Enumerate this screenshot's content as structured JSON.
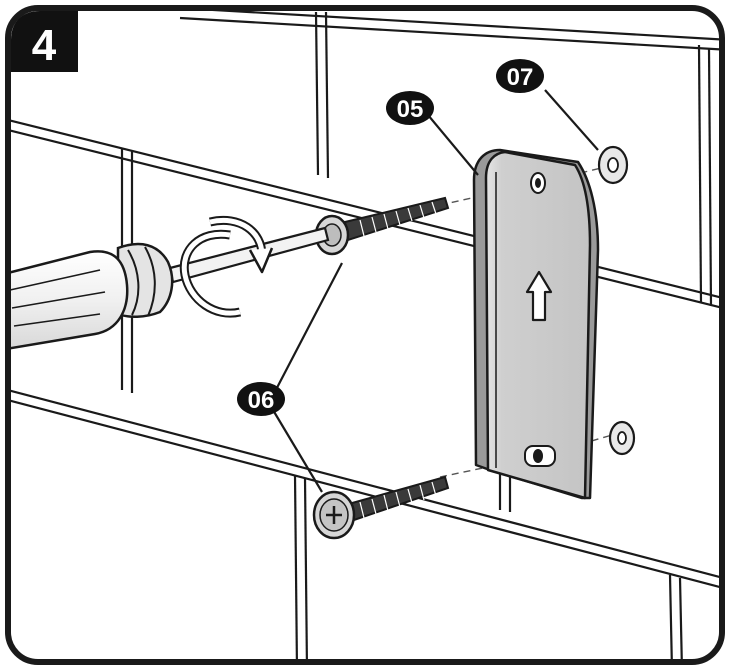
{
  "step": {
    "number": "4"
  },
  "callouts": {
    "bracket": "05",
    "screw": "06",
    "anchor": "07"
  },
  "colors": {
    "outline": "#1a1a1a",
    "wall": "#ffffff",
    "bracket": "#c9c9c9",
    "callout_bg": "#111111",
    "callout_text": "#ffffff"
  },
  "icons": [
    "screwdriver-icon",
    "rotation-arrow-icon",
    "up-arrow-icon"
  ]
}
